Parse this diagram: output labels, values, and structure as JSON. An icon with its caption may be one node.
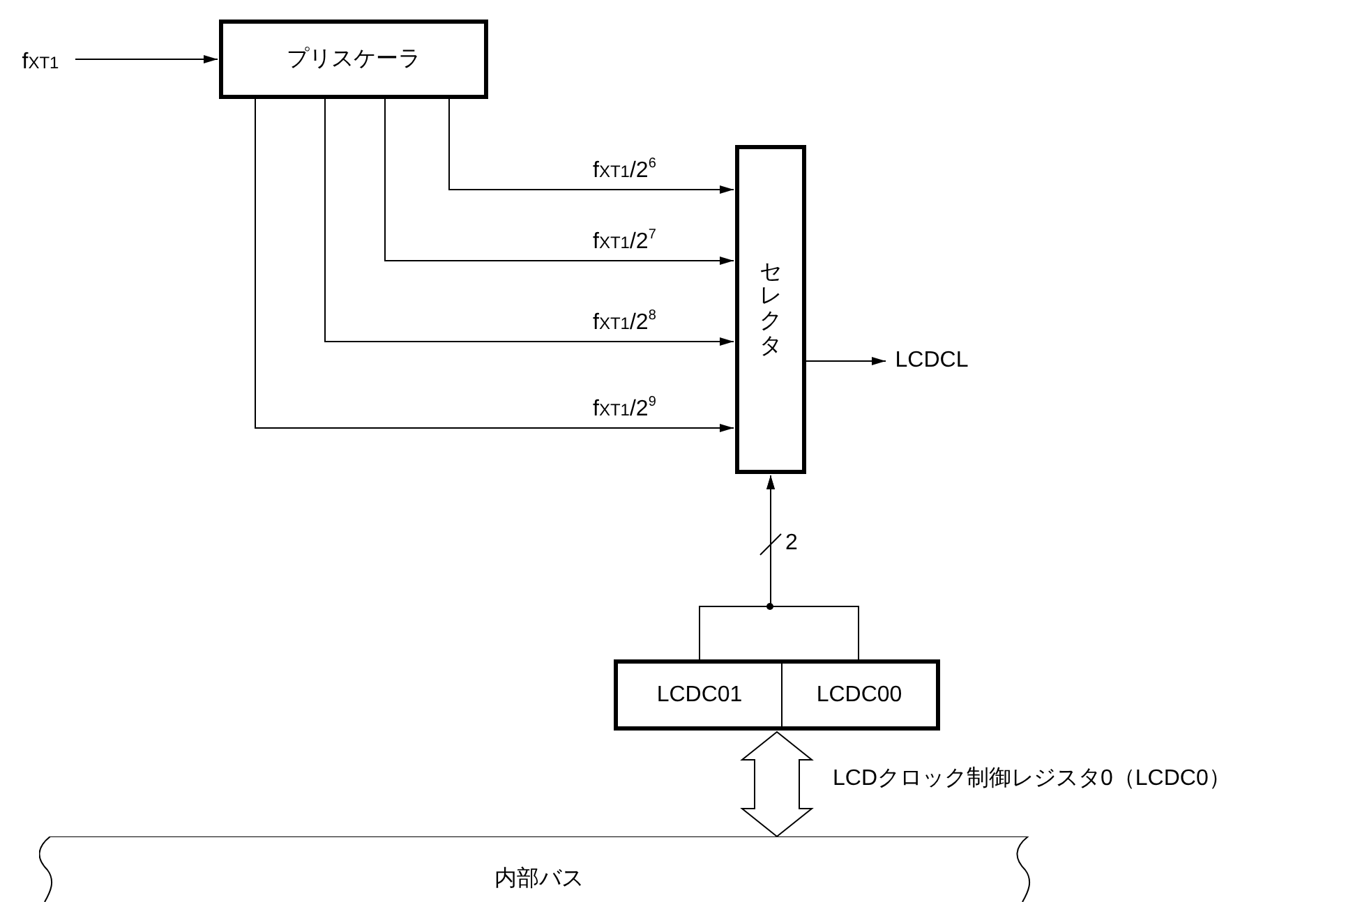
{
  "diagram": {
    "nodes": [
      {
        "text": [
          "f$_{XT1}$"
        ]
      },
      {
        "text": [
          "プリスケーラ"
        ]
      },
      {
        "text": [
          "セレクタ"
        ]
      },
      {
        "text": [
          "LCDCL"
        ]
      },
      {
        "text": [],
        "shape": "box",
        "beside": [
          "LCDクロック制御レジスタ0（LCDC0）"
        ]
      },
      {
        "text": [
          "LCDC01"
        ],
        "in": 4
      },
      {
        "text": [
          "LCDC00"
        ],
        "in": 4
      },
      {
        "text": [
          "内部バス"
        ]
      }
    ],
    "edges": [
      {
        "from": 0,
        "to": 1,
        "arrow": "to"
      },
      {
        "from": 1,
        "to": 2,
        "arrow": "to",
        "label": "f$_{XT1}$/2$^{6}$"
      },
      {
        "from": 1,
        "to": 2,
        "arrow": "to",
        "label": "f$_{XT1}$/2$^{7}$"
      },
      {
        "from": 1,
        "to": 2,
        "arrow": "to",
        "label": "f$_{XT1}$/2$^{8}$"
      },
      {
        "from": 1,
        "to": 2,
        "arrow": "to",
        "label": "f$_{XT1}$/2$^{9}$"
      },
      {
        "from": 2,
        "to": 3,
        "arrow": "to"
      },
      {
        "from": 5,
        "to": 2,
        "arrow": "to"
      },
      {
        "from": 6,
        "to": 2,
        "arrow": "to"
      },
      {
        "from": 7,
        "to": 4,
        "arrow": "both",
        "style": "thick"
      }
    ],
    "labels": [
      "2"
    ]
  }
}
